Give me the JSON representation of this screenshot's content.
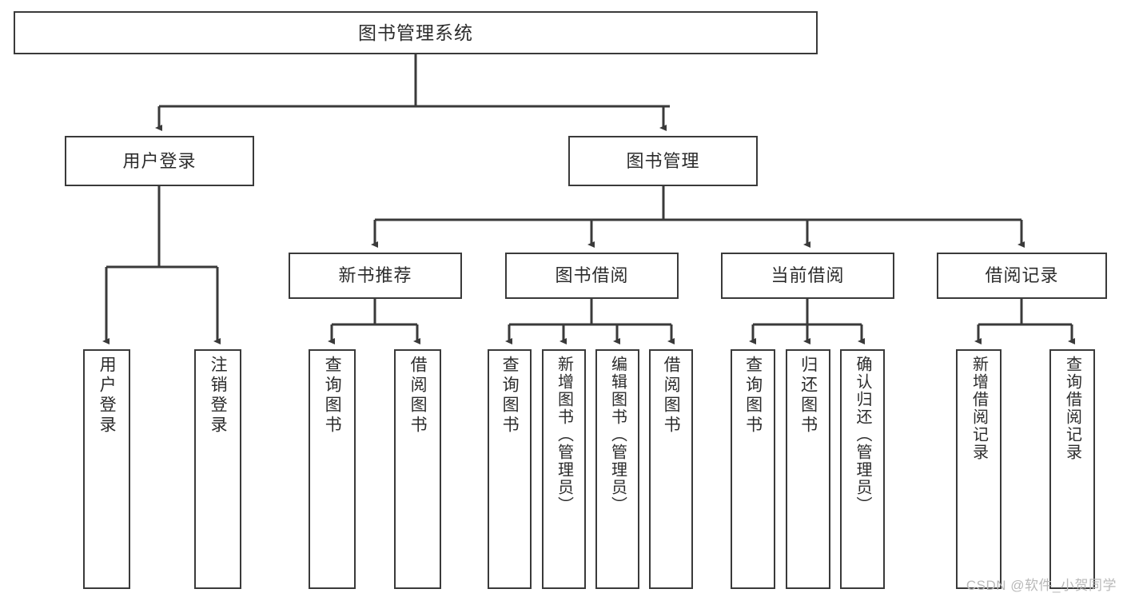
{
  "diagram": {
    "type": "tree",
    "title": "图书管理系统",
    "root": {
      "label": "图书管理系统"
    },
    "level2": [
      {
        "label": "用户登录"
      },
      {
        "label": "图书管理"
      }
    ],
    "level3": [
      {
        "label": "新书推荐"
      },
      {
        "label": "图书借阅"
      },
      {
        "label": "当前借阅"
      },
      {
        "label": "借阅记录"
      }
    ],
    "leaves": {
      "user_login": [
        {
          "label": "用户登录"
        },
        {
          "label": "注销登录"
        }
      ],
      "new_book_recommend": [
        {
          "label": "查询图书"
        },
        {
          "label": "借阅图书"
        }
      ],
      "book_borrow": [
        {
          "label": "查询图书"
        },
        {
          "label": "新增图书（管理员）"
        },
        {
          "label": "编辑图书（管理员）"
        },
        {
          "label": "借阅图书"
        }
      ],
      "current_borrow": [
        {
          "label": "查询图书"
        },
        {
          "label": "归还图书"
        },
        {
          "label": "确认归还（管理员）"
        }
      ],
      "borrow_record": [
        {
          "label": "新增借阅记录"
        },
        {
          "label": "查询借阅记录"
        }
      ]
    }
  },
  "watermark": {
    "text": "CSDN @软件_小贺同学"
  },
  "colors": {
    "box_border": "#3a3a3a",
    "box_fill": "#ffffff",
    "text": "#2c2c2c",
    "connector": "#3a3a3a",
    "watermark": "#b9b9b9"
  }
}
